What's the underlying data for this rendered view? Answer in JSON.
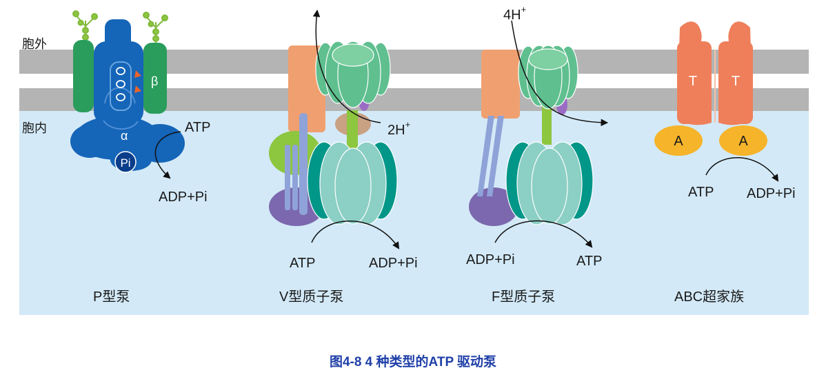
{
  "labels": {
    "outside": "胞外",
    "inside": "胞内",
    "beta": "β",
    "alpha": "α",
    "pi": "Pi",
    "atp": "ATP",
    "adp_pi": "ADP+Pi",
    "two_h": "2H",
    "four_h": "4H",
    "plus": "+",
    "t": "T",
    "a": "A"
  },
  "pumps": {
    "p_type": "P型泵",
    "v_type": "V型质子泵",
    "f_type": "F型质子泵",
    "abc": "ABC超家族"
  },
  "caption": "图4-8 4 种类型的ATP 驱动泵",
  "colors": {
    "cytoplasm": "#d3e9f7",
    "membrane": "#b4b4b4",
    "p_pump_blue": "#1565b8",
    "p_pump_green": "#2a9d5c",
    "orange_subunit": "#f0a070",
    "green_rotor": "#5fbf8f",
    "teal_head": "#009688",
    "teal_light": "#8ccfc5",
    "purple": "#7b68ae",
    "lavender": "#8fa3d8",
    "lime": "#8dc63f",
    "abc_salmon": "#ef7f5a",
    "abc_yellow": "#f6b42a",
    "caption": "#1f3fa8"
  }
}
